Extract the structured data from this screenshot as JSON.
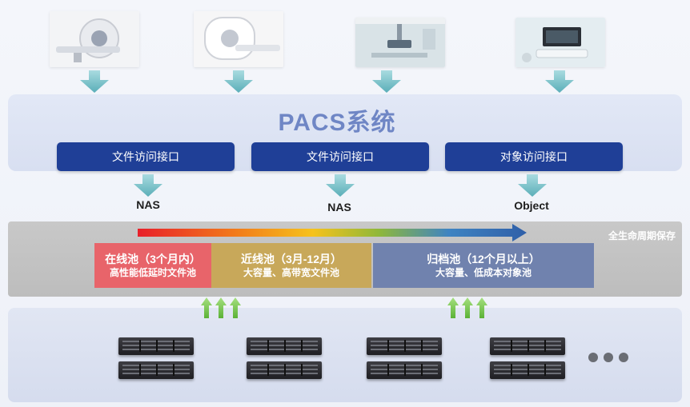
{
  "pacs": {
    "title": "PACS系统",
    "interfaces": [
      {
        "label": "文件访问接口"
      },
      {
        "label": "文件访问接口"
      },
      {
        "label": "对象访问接口"
      }
    ]
  },
  "protocols": [
    {
      "label": "NAS"
    },
    {
      "label": "NAS"
    },
    {
      "label": "Object"
    }
  ],
  "lifecycle": {
    "label": "全生命周期保存",
    "pools": [
      {
        "name": "在线池（3个月内）",
        "desc": "高性能低延时文件池",
        "color": "#e8646a"
      },
      {
        "name": "近线池（3月-12月）",
        "desc": "大容量、高带宽文件池",
        "color": "#c8a85a"
      },
      {
        "name": "归档池（12个月以上）",
        "desc": "大容量、低成本对象池",
        "color": "#7082ae"
      }
    ]
  },
  "colors": {
    "interface_button": "#1f3f97",
    "pacs_title": "#6f86c5",
    "down_arrow": "#6cb7c0",
    "up_arrow": "#6fc046"
  }
}
